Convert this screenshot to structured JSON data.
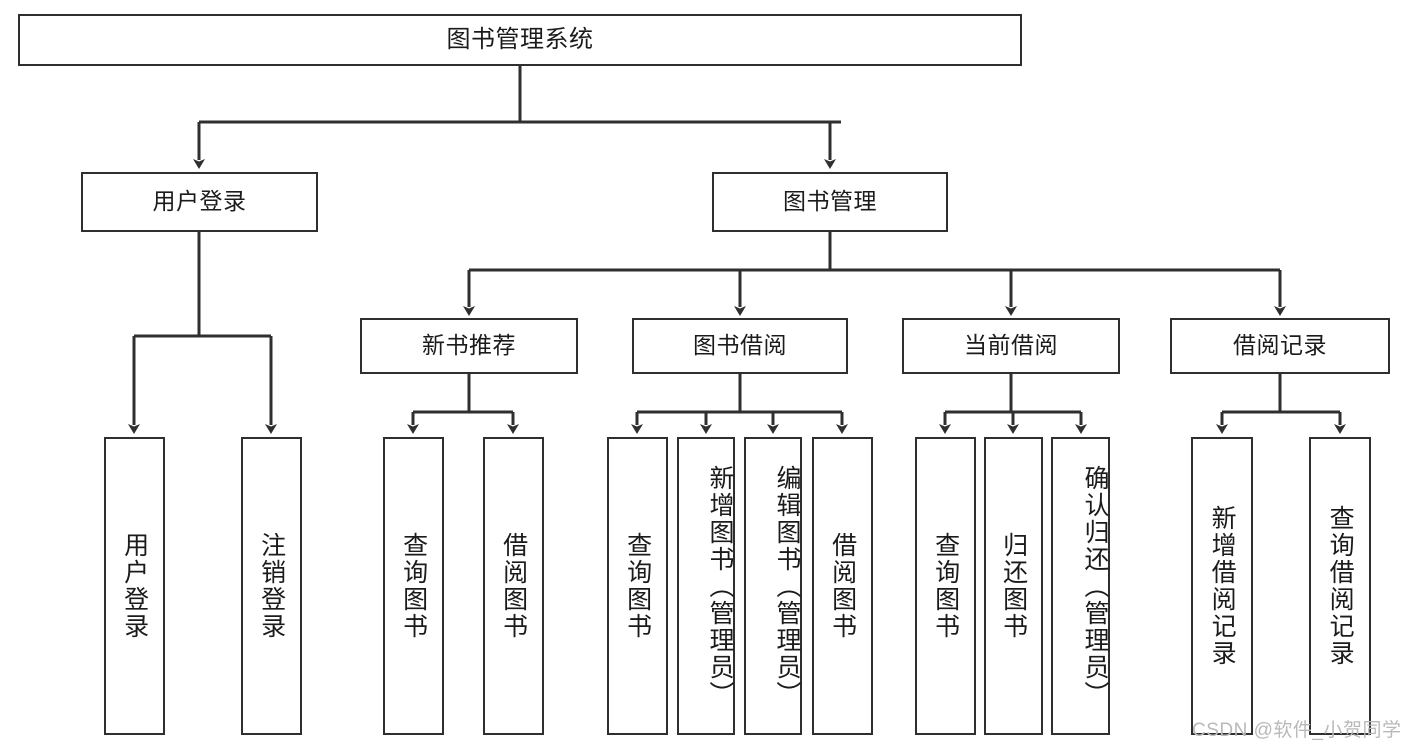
{
  "diagram": {
    "type": "tree",
    "title": "图书管理系统",
    "orientation": "top-down",
    "root": {
      "label": "图书管理系统"
    },
    "level1": [
      {
        "label": "用户登录"
      },
      {
        "label": "图书管理"
      }
    ],
    "level2": [
      {
        "label": "新书推荐"
      },
      {
        "label": "图书借阅"
      },
      {
        "label": "当前借阅"
      },
      {
        "label": "借阅记录"
      }
    ],
    "leaves": {
      "user_login": [
        {
          "label": "用户登录"
        },
        {
          "label": "注销登录"
        }
      ],
      "new_book_recommend": [
        {
          "label": "查询图书"
        },
        {
          "label": "借阅图书"
        }
      ],
      "book_borrow": [
        {
          "label": "查询图书"
        },
        {
          "label": "新增图书（管理员）"
        },
        {
          "label": "编辑图书（管理员）"
        },
        {
          "label": "借阅图书"
        }
      ],
      "current_borrow": [
        {
          "label": "查询图书"
        },
        {
          "label": "归还图书"
        },
        {
          "label": "确认归还（管理员）"
        }
      ],
      "borrow_record": [
        {
          "label": "新增借阅记录"
        },
        {
          "label": "查询借阅记录"
        }
      ]
    }
  },
  "watermark": {
    "text": "CSDN @软件_小贺同学"
  },
  "colors": {
    "stroke": "#2f2f2f",
    "background": "#ffffff",
    "text": "#1b1b1b",
    "watermark": "#b9b9b9"
  }
}
